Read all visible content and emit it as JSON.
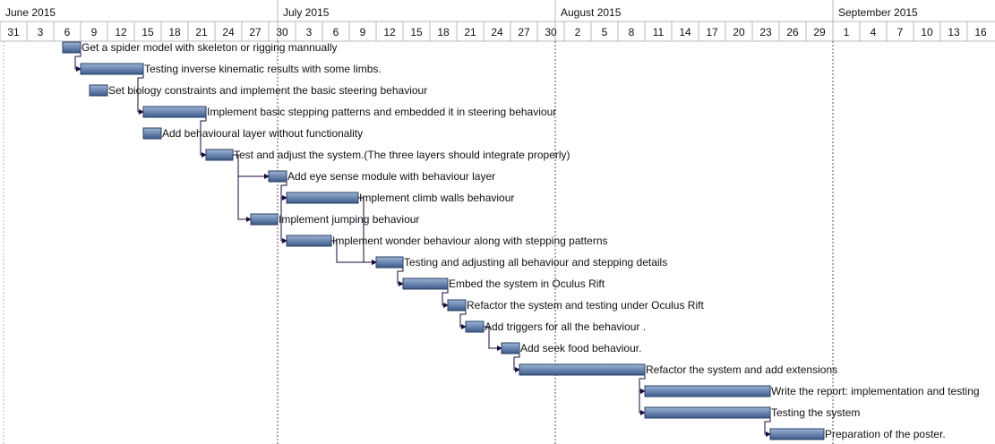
{
  "chart_data": {
    "type": "gantt",
    "months": [
      "June 2015",
      "July 2015",
      "August 2015",
      "September 2015"
    ],
    "day_ticks": [
      "31",
      "3",
      "6",
      "9",
      "12",
      "15",
      "18",
      "21",
      "24",
      "27",
      "30",
      "3",
      "6",
      "9",
      "12",
      "15",
      "18",
      "21",
      "24",
      "27",
      "30",
      "2",
      "5",
      "8",
      "11",
      "14",
      "17",
      "20",
      "23",
      "26",
      "29",
      "1",
      "4",
      "7",
      "10",
      "13",
      "16"
    ],
    "tasks": [
      {
        "name": "Get a spider model with skeleton or rigging mannually",
        "start": "2015-06-07",
        "end": "2015-06-09"
      },
      {
        "name": "Testing inverse kinematic results with some limbs.",
        "start": "2015-06-09",
        "end": "2015-06-16"
      },
      {
        "name": "Set biology constraints and implement the basic steering behaviour",
        "start": "2015-06-10",
        "end": "2015-06-12"
      },
      {
        "name": "Implement basic stepping patterns and embedded it in steering behaviour",
        "start": "2015-06-16",
        "end": "2015-06-23"
      },
      {
        "name": "Add behavioural layer without functionality",
        "start": "2015-06-16",
        "end": "2015-06-18"
      },
      {
        "name": "Test and adjust the system.(The three layers should integrate properly)",
        "start": "2015-06-23",
        "end": "2015-06-26"
      },
      {
        "name": "Add eye sense module with behaviour layer",
        "start": "2015-06-30",
        "end": "2015-07-02"
      },
      {
        "name": "Implement climb walls behaviour",
        "start": "2015-07-02",
        "end": "2015-07-10"
      },
      {
        "name": "Implement jumping behaviour",
        "start": "2015-06-28",
        "end": "2015-07-01"
      },
      {
        "name": "Implement wonder behaviour along with stepping patterns",
        "start": "2015-07-02",
        "end": "2015-07-07"
      },
      {
        "name": "Testing and adjusting all behaviour and stepping details",
        "start": "2015-07-12",
        "end": "2015-07-15"
      },
      {
        "name": "Embed the system in Oculus Rift",
        "start": "2015-07-15",
        "end": "2015-07-20"
      },
      {
        "name": "Refactor the system and testing under Oculus Rift",
        "start": "2015-07-20",
        "end": "2015-07-22"
      },
      {
        "name": "Add triggers for all the behaviour .",
        "start": "2015-07-22",
        "end": "2015-07-24"
      },
      {
        "name": "Add seek food behaviour.",
        "start": "2015-07-26",
        "end": "2015-07-28"
      },
      {
        "name": "Refactor the system and add extensions",
        "start": "2015-07-28",
        "end": "2015-08-11"
      },
      {
        "name": "Write the report: implementation and testing",
        "start": "2015-08-11",
        "end": "2015-08-25"
      },
      {
        "name": "Testing the system",
        "start": "2015-08-11",
        "end": "2015-08-25"
      },
      {
        "name": "Preparation of the poster.",
        "start": "2015-08-25",
        "end": "2015-08-31"
      }
    ],
    "dependencies": [
      [
        0,
        1
      ],
      [
        1,
        3
      ],
      [
        3,
        5
      ],
      [
        5,
        6
      ],
      [
        5,
        8
      ],
      [
        6,
        7
      ],
      [
        6,
        9
      ],
      [
        7,
        10
      ],
      [
        9,
        10
      ],
      [
        10,
        11
      ],
      [
        11,
        12
      ],
      [
        12,
        13
      ],
      [
        13,
        14
      ],
      [
        14,
        15
      ],
      [
        15,
        16
      ],
      [
        15,
        17
      ],
      [
        17,
        18
      ]
    ],
    "colors": {
      "bar_top": "#9db4d6",
      "bar_bottom": "#3c5a8a",
      "bar_border": "#2a3f63",
      "dependency_line": "#1a0a3a",
      "grid": "#b8b8b8",
      "month_separator": "#555555",
      "header_bg": "#ffffff"
    },
    "grid": true
  }
}
